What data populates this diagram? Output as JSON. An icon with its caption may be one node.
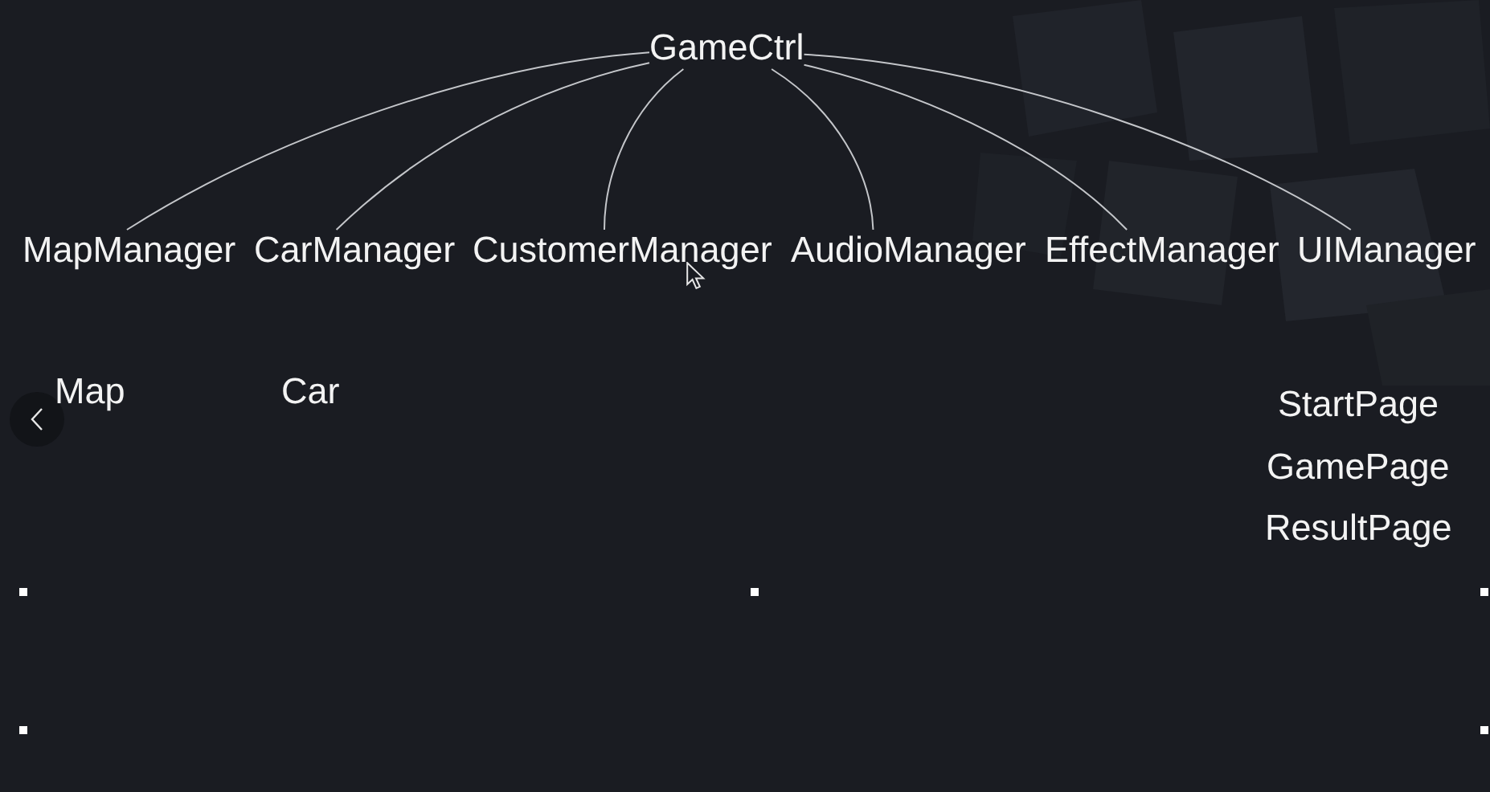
{
  "diagram": {
    "nodes": [
      {
        "text": [
          "GameCtrl"
        ]
      },
      {
        "text": [
          "MapManager"
        ]
      },
      {
        "text": [
          "CarManager"
        ]
      },
      {
        "text": [
          "CustomerManager"
        ]
      },
      {
        "text": [
          "AudioManager"
        ]
      },
      {
        "text": [
          "EffectManager"
        ]
      },
      {
        "text": [
          "UIManager"
        ]
      }
    ],
    "edges": [
      {
        "from": 0,
        "to": 1,
        "arrow": "none"
      },
      {
        "from": 0,
        "to": 2,
        "arrow": "none"
      },
      {
        "from": 0,
        "to": 3,
        "arrow": "none"
      },
      {
        "from": 0,
        "to": 4,
        "arrow": "none"
      },
      {
        "from": 0,
        "to": 5,
        "arrow": "none"
      },
      {
        "from": 0,
        "to": 6,
        "arrow": "none"
      }
    ],
    "labels": [
      "Map",
      "Car",
      "StartPage",
      "GamePage",
      "ResultPage"
    ]
  }
}
